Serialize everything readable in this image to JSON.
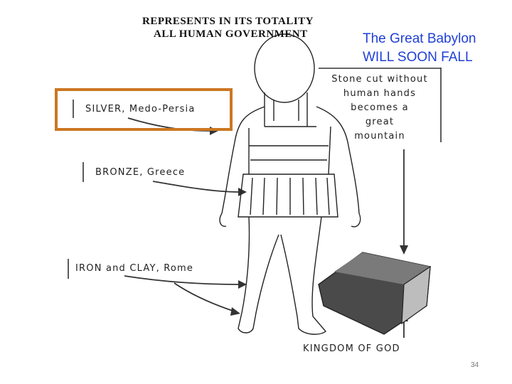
{
  "title": {
    "line1": "REPRESENTS IN ITS TOTALITY",
    "line2": "ALL HUMAN GOVERNMENT"
  },
  "callout": {
    "line1": "The Great Babylon",
    "line2": "WILL SOON FALL",
    "color": "#1f3fd6"
  },
  "stone": {
    "line1": "Stone  cut  without",
    "line2": "human  hands",
    "line3": "becomes  a",
    "line4": "great",
    "line5": "mountain"
  },
  "labels": {
    "silver": "SILVER,  Medo-Persia",
    "bronze": "BRONZE,  Greece",
    "iron": "IRON  and  CLAY,  Rome",
    "kingdom": "KINGDOM  OF  GOD"
  },
  "highlight_color": "#cc7722",
  "page_number": "34"
}
